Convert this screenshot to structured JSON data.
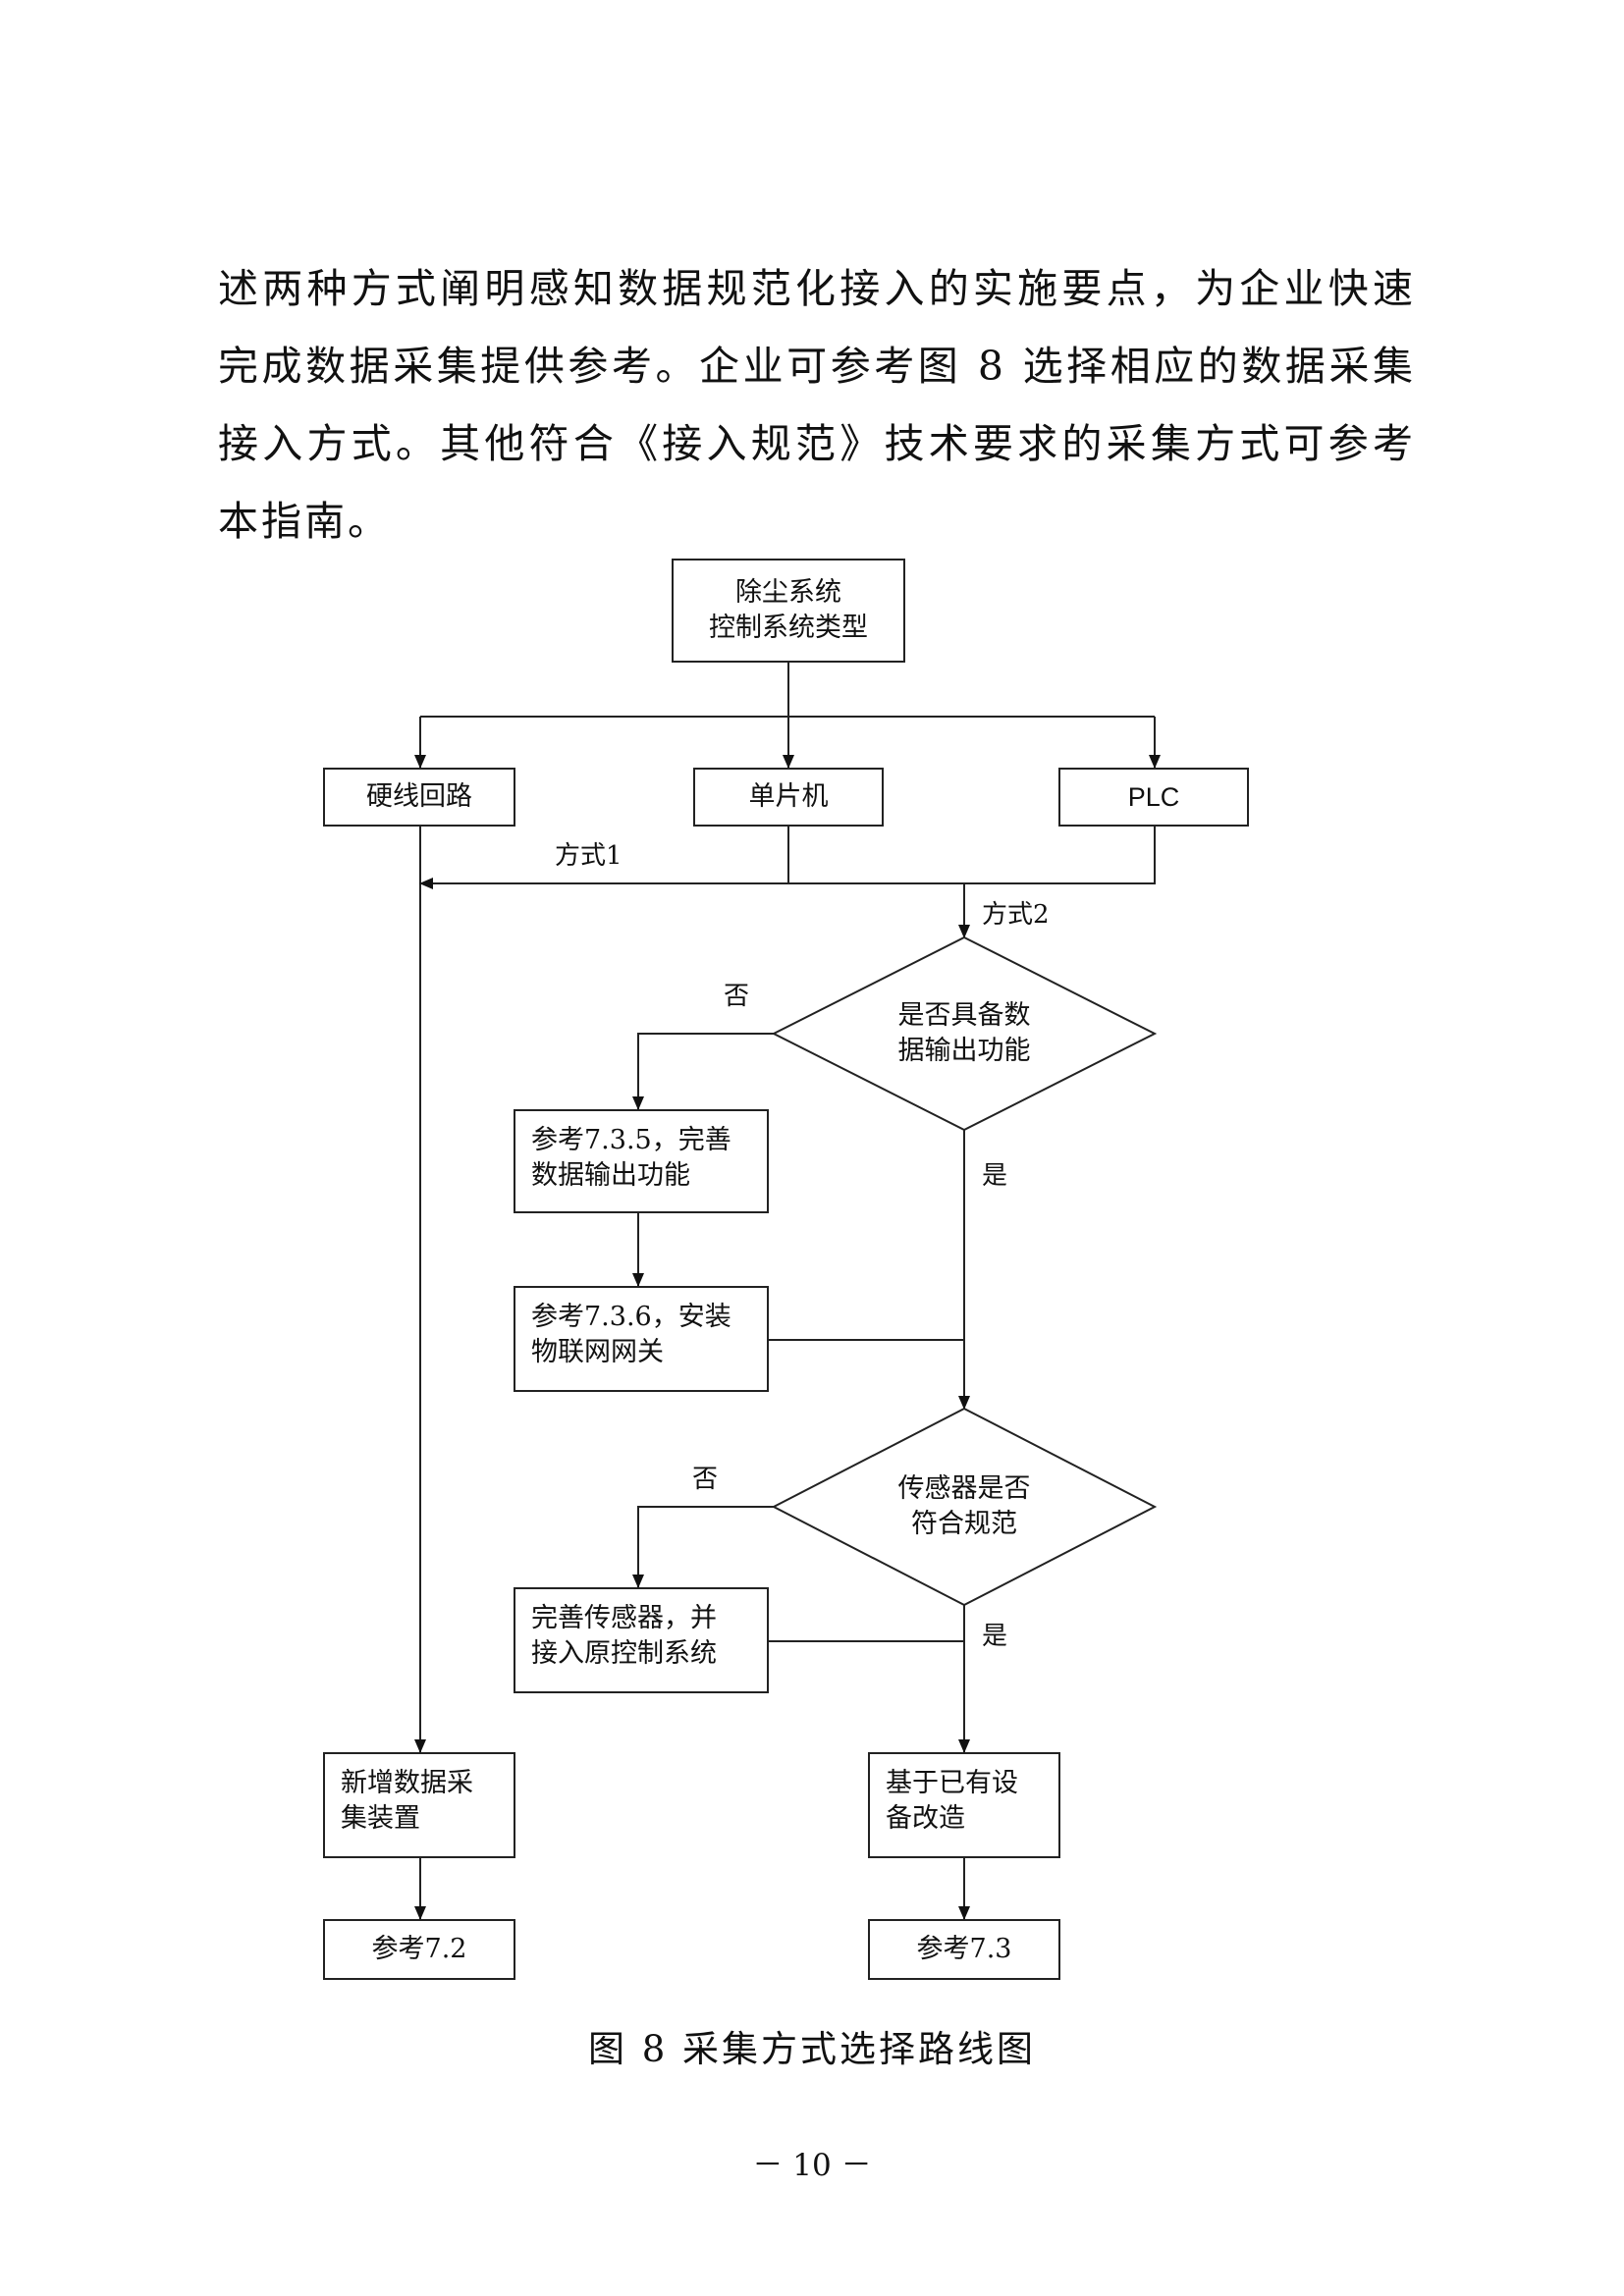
{
  "body_text": "述两种方式阐明感知数据规范化接入的实施要点，为企业快速完成数据采集提供参考。企业可参考图 8 选择相应的数据采集接入方式。其他符合《接入规范》技术要求的采集方式可参考本指南。",
  "flowchart": {
    "top": "除尘系统\n控制系统类型",
    "hardwire": "硬线回路",
    "mcu": "单片机",
    "plc": "PLC",
    "method1": "方式1",
    "method2": "方式2",
    "decision1": "是否具备数\n据输出功能",
    "no1": "否",
    "yes1": "是",
    "ref735": "参考7.3.5，完善\n数据输出功能",
    "ref736": "参考7.3.6，安装\n物联网网关",
    "decision2": "传感器是否\n符合规范",
    "no2": "否",
    "yes2": "是",
    "improve_sensor": "完善传感器，并\n接入原控制系统",
    "new_device": "新增数据采\n集装置",
    "existing": "基于已有设\n备改造",
    "ref72": "参考7.2",
    "ref73": "参考7.3"
  },
  "caption": "图 8  采集方式选择路线图",
  "page_number": "－ 10 －"
}
